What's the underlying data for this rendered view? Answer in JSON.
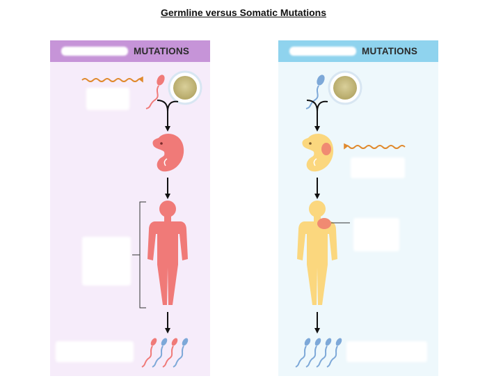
{
  "title": "Germline versus Somatic Mutations",
  "panels": {
    "germline": {
      "header_label": "MUTATIONS",
      "header_color": "#c694d8",
      "body_color": "#f6ecfa",
      "figure_color": "#f07a78"
    },
    "somatic": {
      "header_label": "MUTATIONS",
      "header_color": "#8fd3ee",
      "body_color": "#eef8fc",
      "figure_color": "#fbd77e",
      "lesion_color": "#f08a72"
    }
  },
  "colors": {
    "wave": "#e08a2e",
    "egg": "#c8bc82",
    "arrow": "#111111",
    "sperm_blue": "#7da8d8",
    "sperm_red": "#f07a78"
  },
  "icons": [
    "wavy-arrow-icon",
    "sperm-icon",
    "egg-cell-icon",
    "embryo-icon",
    "human-body-icon",
    "down-arrow-icon",
    "bracket-icon"
  ]
}
